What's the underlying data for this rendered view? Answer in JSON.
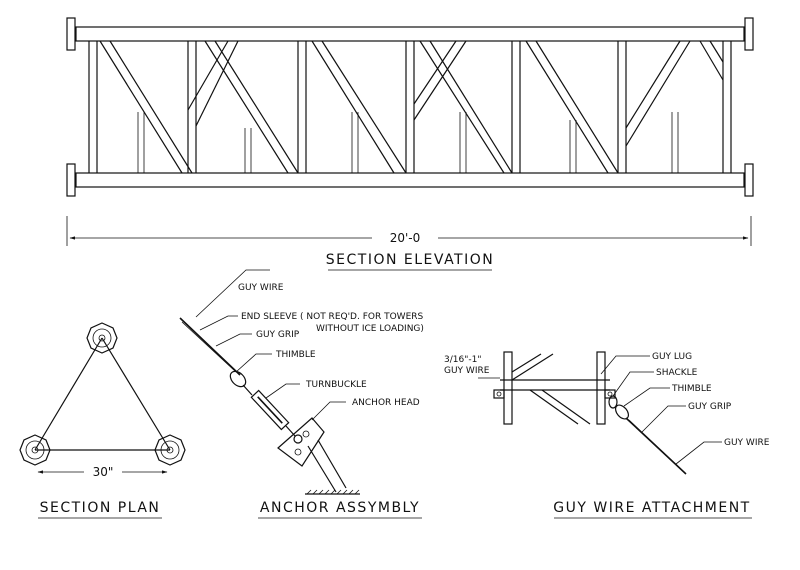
{
  "section_elevation": {
    "title": "SECTION ELEVATION",
    "dimension": "20'-0"
  },
  "section_plan": {
    "title": "SECTION PLAN",
    "dimension": "30\""
  },
  "anchor_assembly": {
    "title": "ANCHOR ASSYMBLY",
    "labels": {
      "guy_wire": "GUY WIRE",
      "end_sleeve_1": "END SLEEVE ( NOT REQ'D. FOR TOWERS",
      "end_sleeve_2": "WITHOUT ICE LOADING)",
      "guy_grip": "GUY GRIP",
      "thimble": "THIMBLE",
      "turnbuckle": "TURNBUCKLE",
      "anchor_head": "ANCHOR HEAD"
    }
  },
  "guy_wire_attachment": {
    "title": "GUY WIRE ATTACHMENT",
    "labels": {
      "size_1": "3/16\"-1\"",
      "size_2": "GUY WIRE",
      "guy_lug": "GUY LUG",
      "shackle": "SHACKLE",
      "thimble": "THIMBLE",
      "guy_grip": "GUY GRIP",
      "guy_wire": "GUY WIRE"
    }
  }
}
